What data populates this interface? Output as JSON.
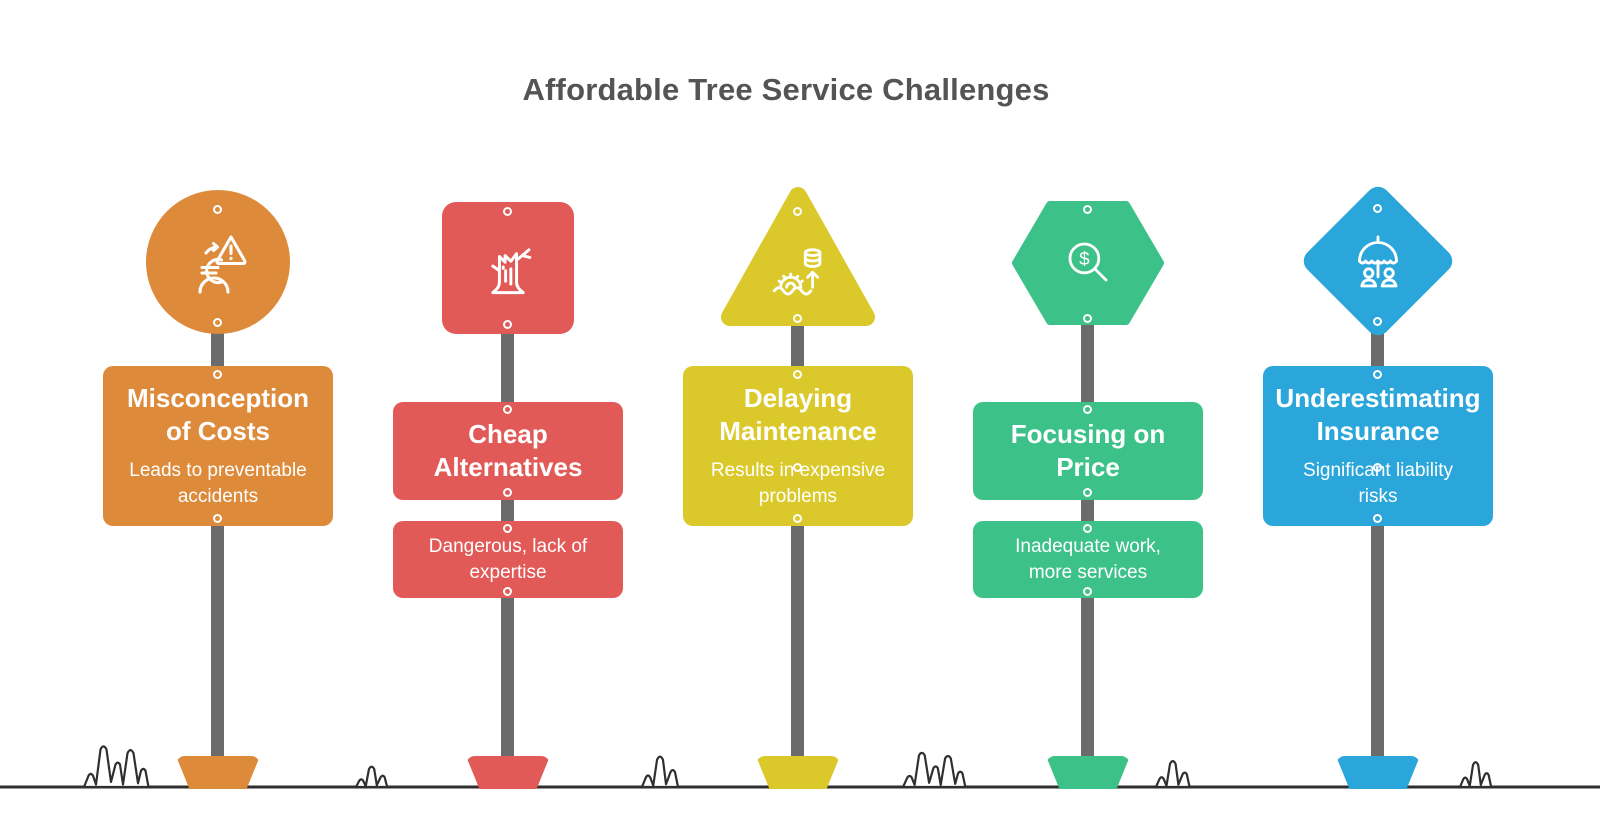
{
  "page": {
    "title": "Affordable Tree Service Challenges"
  },
  "colors": {
    "heading_text": "#545454",
    "plate_text": "#ffffff",
    "pole": "#6b6b6b",
    "ground": "#2f2f2f",
    "screw": "#ffffff",
    "background": "#ffffff"
  },
  "signs": [
    {
      "shape": "circle",
      "color": "#de8a3b",
      "icon": "cost-warning-icon",
      "title": "Misconception\nof Costs",
      "subtitle": "Leads to preventable\naccidents"
    },
    {
      "shape": "rounded-square",
      "color": "#e15a57",
      "icon": "tree-stump-icon",
      "title": "Cheap\nAlternatives",
      "subtitle": "Dangerous, lack of\nexpertise"
    },
    {
      "shape": "triangle",
      "color": "#dbc92b",
      "icon": "rising-cost-gear-icon",
      "title": "Delaying\nMaintenance",
      "subtitle": "Results in expensive\nproblems"
    },
    {
      "shape": "hexagon",
      "color": "#3cc289",
      "icon": "price-magnifier-icon",
      "title": "Focusing on\nPrice",
      "subtitle": "Inadequate work,\nmore services"
    },
    {
      "shape": "diamond",
      "color": "#2ba6da",
      "icon": "insurance-umbrella-icon",
      "title": "Underestimating\nInsurance",
      "subtitle": "Significant liability\nrisks"
    }
  ]
}
